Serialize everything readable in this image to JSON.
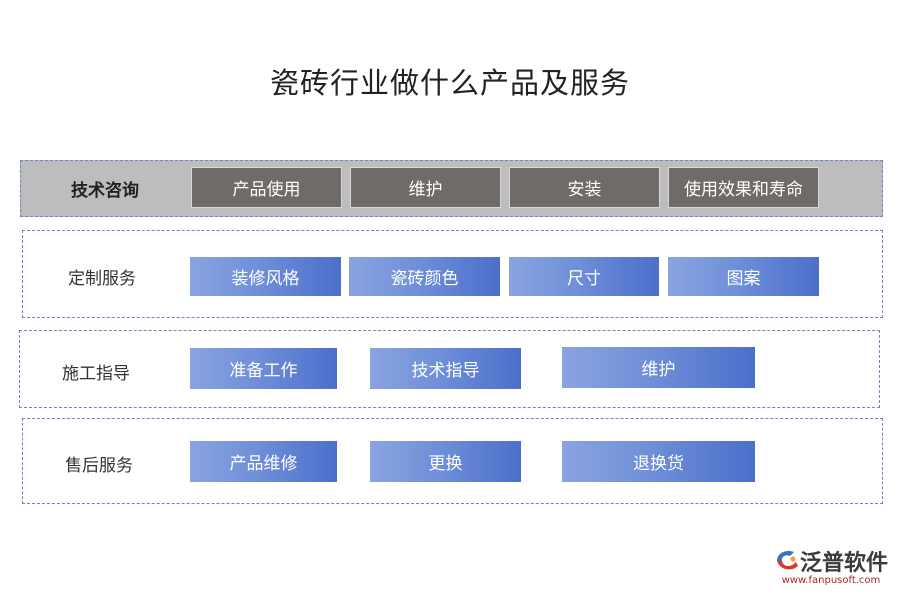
{
  "title": "瓷砖行业做什么产品及服务",
  "rows": [
    {
      "label": "技术咨询",
      "items": [
        "产品使用",
        "维护",
        "安装",
        "使用效果和寿命"
      ]
    },
    {
      "label": "定制服务",
      "items": [
        "装修风格",
        "瓷砖颜色",
        "尺寸",
        "图案"
      ]
    },
    {
      "label": "施工指导",
      "items": [
        "准备工作",
        "技术指导",
        "维护"
      ]
    },
    {
      "label": "售后服务",
      "items": [
        "产品维修",
        "更换",
        "退换货"
      ]
    }
  ],
  "logo": {
    "name": "泛普软件",
    "url": "www.fanpusoft.com",
    "icon": "fanpu-logo-icon"
  },
  "colors": {
    "dark_box": "#706a69",
    "blue_start": "#8aa4e0",
    "blue_end": "#4c6fcb",
    "row1_bg": "#bdbdbd",
    "border": "#6b86c8"
  }
}
